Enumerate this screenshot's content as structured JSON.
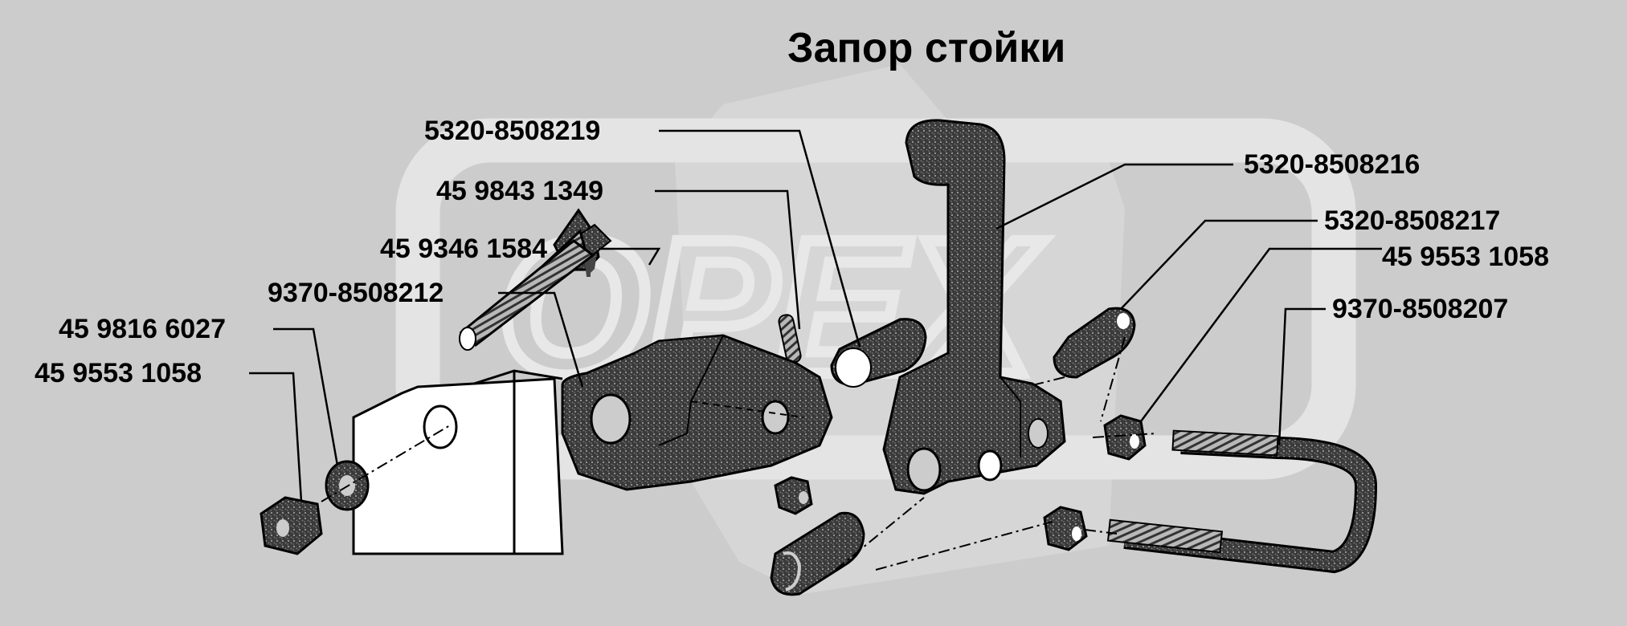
{
  "title": "Запор стойки",
  "watermark": "ОРЕХ",
  "colors": {
    "background": "#cccccc",
    "watermark": "#e0e0e0",
    "part_fill": "#3a3a3a",
    "part_texture": "#9a9a9a",
    "line": "#000000",
    "text": "#000000"
  },
  "callouts": [
    {
      "id": "c1",
      "label": "5320-8508219"
    },
    {
      "id": "c2",
      "label": "45 9843 1349"
    },
    {
      "id": "c3",
      "label": "45 9346 1584"
    },
    {
      "id": "c4",
      "label": "9370-8508212"
    },
    {
      "id": "c5",
      "label": "45 9816 6027"
    },
    {
      "id": "c6",
      "label": "45 9553 1058"
    },
    {
      "id": "c7",
      "label": "5320-8508216"
    },
    {
      "id": "c8",
      "label": "5320-8508217"
    },
    {
      "id": "c9",
      "label": "45 9553 1058"
    },
    {
      "id": "c10",
      "label": "9370-8508207"
    }
  ]
}
